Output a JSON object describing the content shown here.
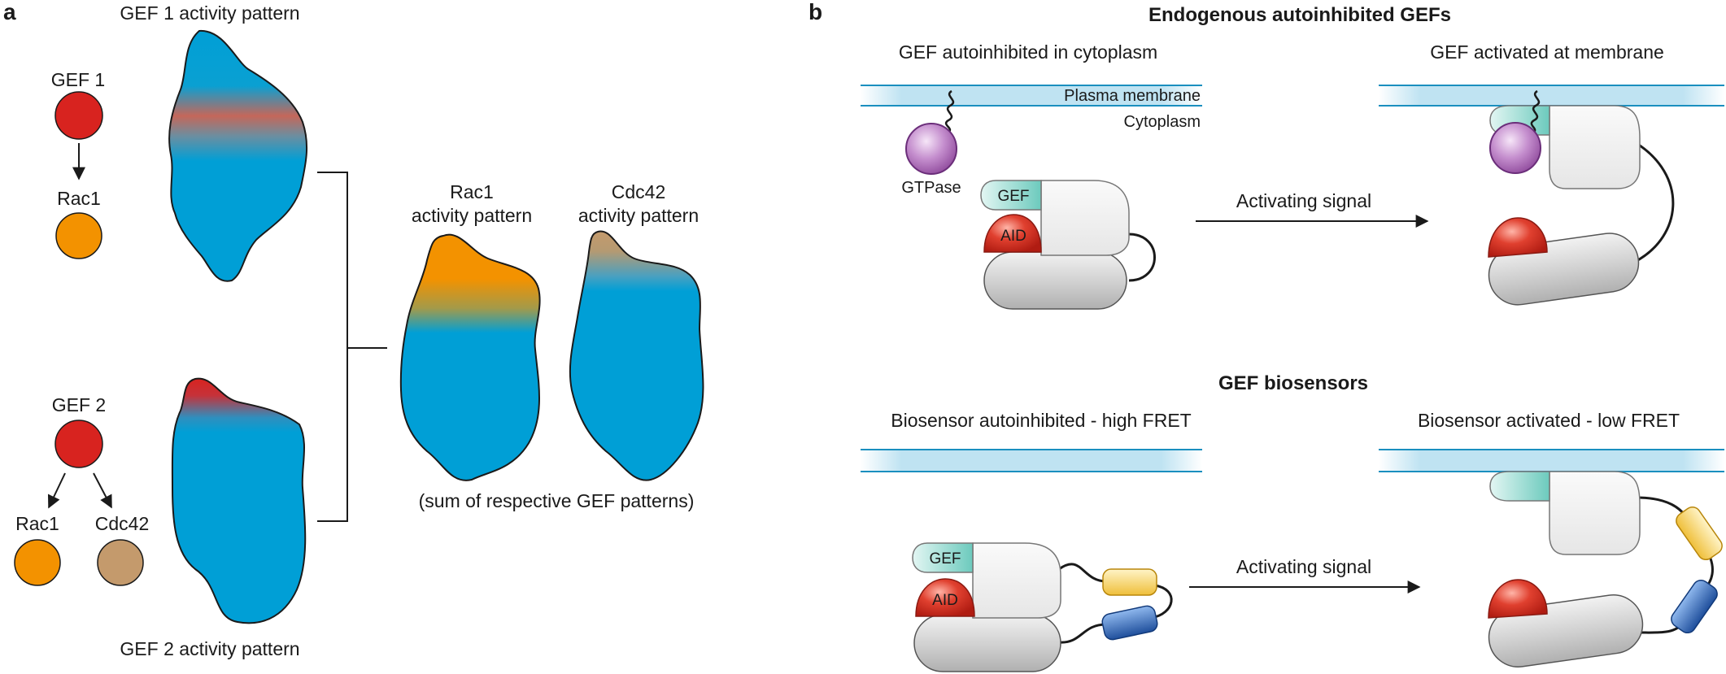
{
  "panel_a": {
    "letter": "a",
    "gef1_title": "GEF 1 activity pattern",
    "gef1_label": "GEF 1",
    "gef1_target": "Rac1",
    "gef2_title": "GEF 2 activity pattern",
    "gef2_label": "GEF 2",
    "gef2_target_1": "Rac1",
    "gef2_target_2": "Cdc42",
    "rac1_pattern_line1": "Rac1",
    "rac1_pattern_line2": "activity pattern",
    "cdc42_pattern_line1": "Cdc42",
    "cdc42_pattern_line2": "activity pattern",
    "sum_note": "(sum of respective GEF patterns)"
  },
  "panel_b": {
    "letter": "b",
    "section1_title": "Endogenous autoinhibited GEFs",
    "left1_title": "GEF autoinhibited in cytoplasm",
    "right1_title": "GEF activated at membrane",
    "membrane_label": "Plasma membrane",
    "cytoplasm_label": "Cytoplasm",
    "gtpase_label": "GTPase",
    "gef_box": "GEF",
    "aid_box": "AID",
    "signal_label": "Activating signal",
    "section2_title": "GEF biosensors",
    "left2_title": "Biosensor autoinhibited - high FRET",
    "right2_title": "Biosensor activated - low FRET",
    "gef_box_2": "GEF",
    "aid_box_2": "AID",
    "signal_label_2": "Activating signal"
  },
  "colors": {
    "cell_blue": "#009fd6",
    "gef_red": "#d8231f",
    "rac1_orange": "#f39200",
    "cdc42_tan": "#c49a6c",
    "membrane_blue": "#bfe3f2",
    "gtpase_purple": "#c58fce",
    "gef_teal": "#8fd3c9",
    "fret_yellow": "#f7d36b",
    "fret_blue": "#2d6bbf"
  }
}
